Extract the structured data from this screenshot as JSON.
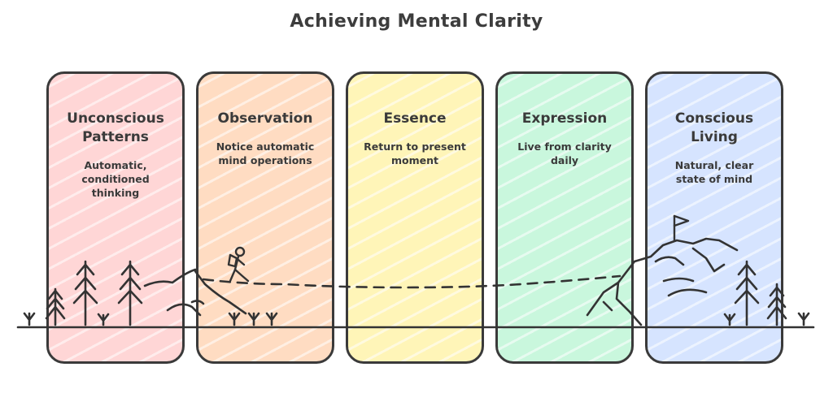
{
  "title": "Achieving Mental Clarity",
  "stages": [
    {
      "name": "Unconscious\nPatterns",
      "description": "Automatic,\nconditioned\nthinking",
      "color": "#ffd6d6"
    },
    {
      "name": "Observation",
      "description": "Notice automatic\nmind operations",
      "color": "#ffdcc2"
    },
    {
      "name": "Essence",
      "description": "Return to present\nmoment",
      "color": "#fff5b8"
    },
    {
      "name": "Expression",
      "description": "Live from clarity\ndaily",
      "color": "#c9f7dd"
    },
    {
      "name": "Conscious\nLiving",
      "description": "Natural, clear\nstate of mind",
      "color": "#d6e4ff"
    }
  ],
  "icons": [
    "pine-tree-icon",
    "hiker-icon",
    "flag-icon",
    "mountain-icon",
    "grass-tuft-icon"
  ]
}
